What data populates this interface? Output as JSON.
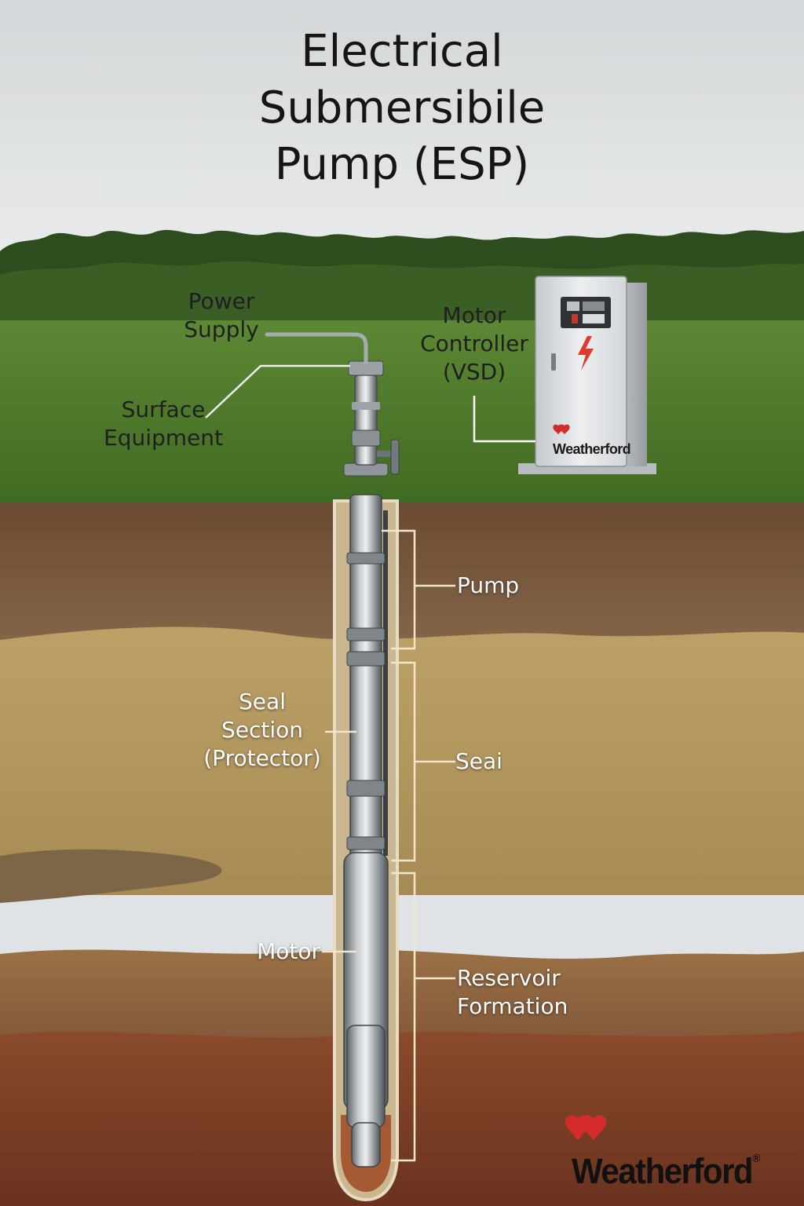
{
  "title": {
    "line1": "Electrical",
    "line2": "Submersibile",
    "line3": "Pump (ESP)"
  },
  "labels": {
    "power_supply": {
      "line1": "Power",
      "line2": "Supply"
    },
    "surface_equipment": {
      "line1": "Surface",
      "line2": "Equipment"
    },
    "motor_controller": {
      "line1": "Motor",
      "line2": "Controller",
      "line3": "(VSD)"
    },
    "pump": "Pump",
    "seal_section": {
      "line1": "Seal",
      "line2": "Section",
      "line3": "(Protector)"
    },
    "seal": "Seai",
    "motor": "Motor",
    "reservoir": {
      "line1": "Reservoir",
      "line2": "Formation"
    }
  },
  "brand": {
    "name": "Weatherford",
    "mark": "®",
    "cabinet_name": "Weatherford"
  },
  "colors": {
    "sky_top": "#d7dadc",
    "sky_bottom": "#eceeee",
    "grass": "#4f7a2c",
    "trees": "#2f4f1f",
    "soil_top": "#6e5137",
    "sand": "#b49a5c",
    "soil_red": "#7a3e26",
    "steel": "#a9aeb2",
    "brand_red": "#d52b2b",
    "leader_light": "#ffffff",
    "leader_dark": "#5a5a5a"
  }
}
